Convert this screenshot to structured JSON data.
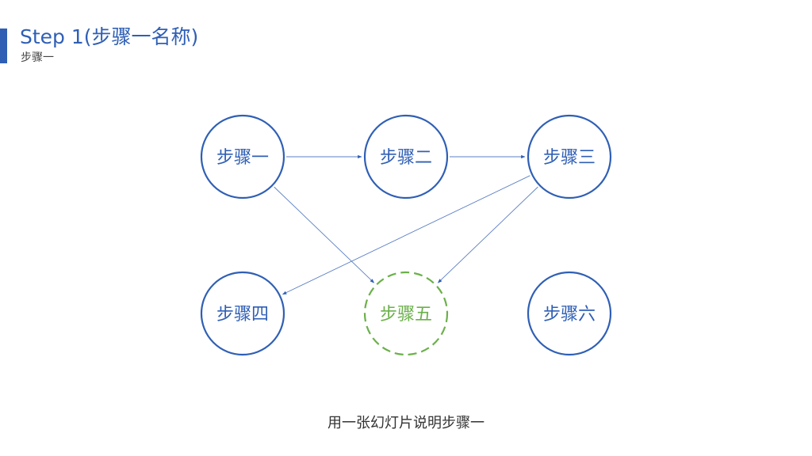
{
  "slide": {
    "title": "Step 1(步骤一名称)",
    "subtitle": "步骤一",
    "caption": "用一张幻灯片说明步骤一"
  },
  "colors": {
    "primary": "#2f5fb5",
    "highlight": "#6bb04a",
    "arrow": "#5b7fc4"
  },
  "diagram": {
    "nodes": [
      {
        "id": "step-1",
        "label": "步骤一",
        "highlighted": false
      },
      {
        "id": "step-2",
        "label": "步骤二",
        "highlighted": false
      },
      {
        "id": "step-3",
        "label": "步骤三",
        "highlighted": false
      },
      {
        "id": "step-4",
        "label": "步骤四",
        "highlighted": false
      },
      {
        "id": "step-5",
        "label": "步骤五",
        "highlighted": true
      },
      {
        "id": "step-6",
        "label": "步骤六",
        "highlighted": false
      }
    ],
    "edges": [
      {
        "from": "step-1",
        "to": "step-2"
      },
      {
        "from": "step-2",
        "to": "step-3"
      },
      {
        "from": "step-1",
        "to": "step-5"
      },
      {
        "from": "step-3",
        "to": "step-4"
      },
      {
        "from": "step-3",
        "to": "step-5"
      }
    ]
  }
}
